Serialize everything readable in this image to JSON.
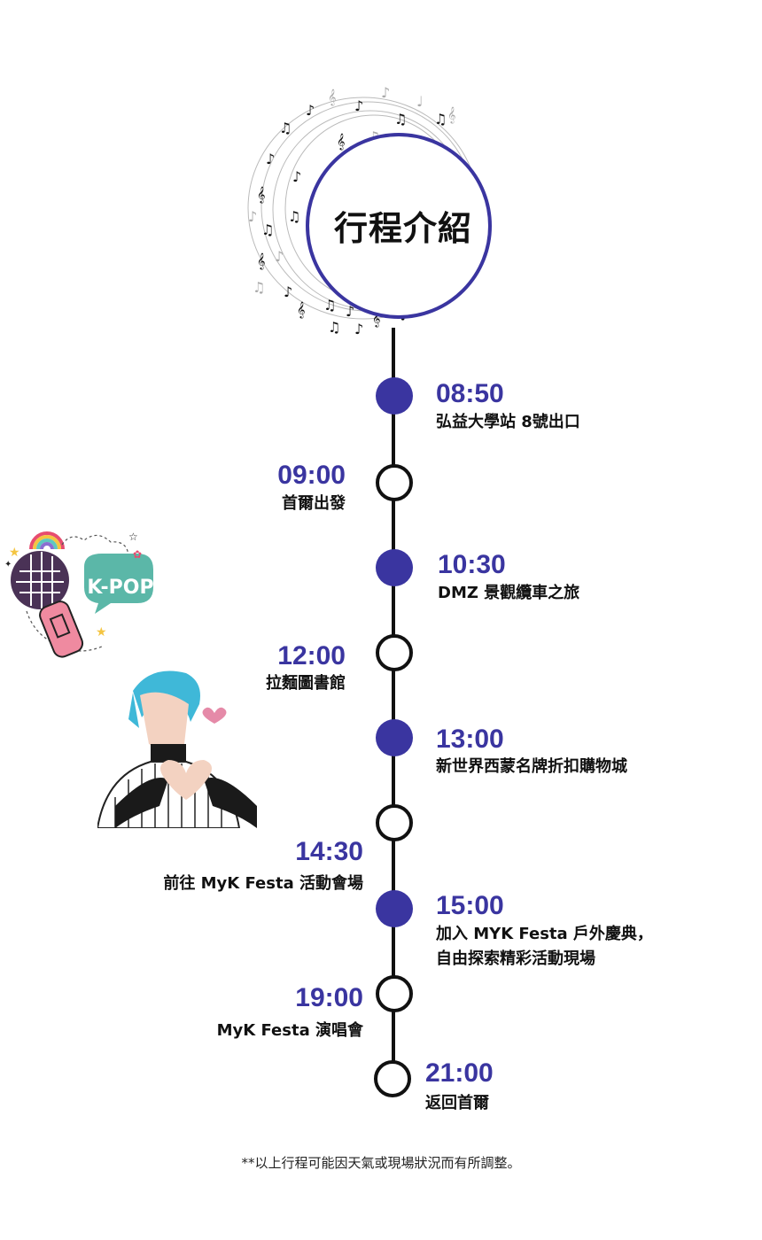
{
  "title": "行程介紹",
  "colors": {
    "accent": "#3a35a0",
    "line": "#111111"
  },
  "schedule": [
    {
      "time": "08:50",
      "desc": "弘益大學站 8號出口",
      "side": "right",
      "marker": "filled"
    },
    {
      "time": "09:00",
      "desc": "首爾出發",
      "side": "left",
      "marker": "open"
    },
    {
      "time": "10:30",
      "desc": "DMZ 景觀纜車之旅",
      "side": "right",
      "marker": "filled"
    },
    {
      "time": "12:00",
      "desc": "拉麵圖書館",
      "side": "left",
      "marker": "open"
    },
    {
      "time": "13:00",
      "desc": "新世界西蒙名牌折扣購物城",
      "side": "right",
      "marker": "filled"
    },
    {
      "time": "14:30",
      "desc": "前往 MyK Festa 活動會場",
      "side": "left",
      "marker": "open"
    },
    {
      "time": "15:00",
      "desc_line1": "加入 MYK Festa 戶外慶典，",
      "desc_line2": "自由探索精彩活動現場",
      "side": "right",
      "marker": "filled"
    },
    {
      "time": "19:00",
      "desc": "MyK Festa 演唱會",
      "side": "left",
      "marker": "open"
    },
    {
      "time": "21:00",
      "desc": "返回首爾",
      "side": "right",
      "marker": "open"
    }
  ],
  "sticker": {
    "text": "K-POP",
    "icon": "microphone-icon"
  },
  "footnote": "**以上行程可能因天氣或現場狀況而有所調整。"
}
